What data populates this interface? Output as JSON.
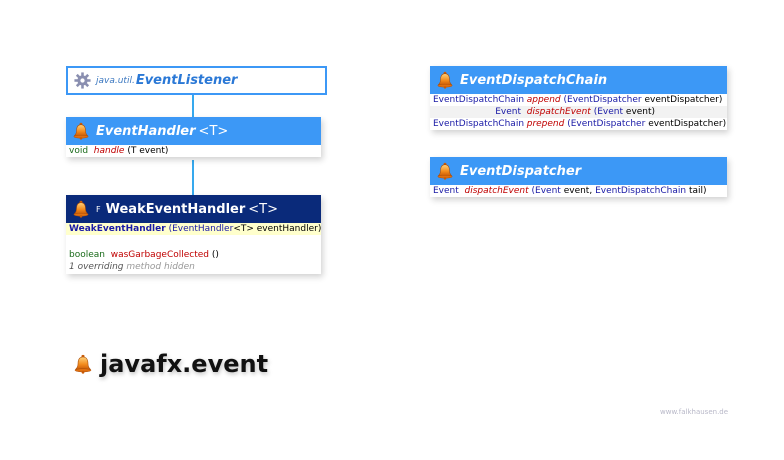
{
  "package_title": "javafx.event",
  "credit": "www.falkhausen.de",
  "external_interface": {
    "package": "java.util.",
    "name": "EventListener",
    "icon": "gear-icon"
  },
  "classes": {
    "event_handler": {
      "name": "EventHandler",
      "generic": "<T>",
      "icon": "bell-icon",
      "methods": [
        {
          "return": "void",
          "name": "handle",
          "params": "(T event)"
        }
      ]
    },
    "weak_event_handler": {
      "modifier": "F",
      "name": "WeakEventHandler",
      "generic": "<T>",
      "icon": "bell-icon",
      "constructor": {
        "name": "WeakEventHandler",
        "params_open": "(",
        "param_type": "EventHandler",
        "param_rest": "<T> eventHandler)"
      },
      "methods": [
        {
          "return": "boolean",
          "name": "wasGarbageCollected",
          "params": "()"
        }
      ],
      "hidden_note": {
        "count": "1 overriding",
        "text": "method hidden"
      }
    },
    "event_dispatch_chain": {
      "name": "EventDispatchChain",
      "icon": "bell-icon",
      "methods": [
        {
          "return": "EventDispatchChain",
          "name": "append",
          "p_open": "(",
          "p_type": "EventDispatcher",
          "p_rest": "eventDispatcher)"
        },
        {
          "return": "Event",
          "name": "dispatchEvent",
          "p_open": "(",
          "p_type": "Event",
          "p_rest": "event)"
        },
        {
          "return": "EventDispatchChain",
          "name": "prepend",
          "p_open": "(",
          "p_type": "EventDispatcher",
          "p_rest": "eventDispatcher)"
        }
      ]
    },
    "event_dispatcher": {
      "name": "EventDispatcher",
      "icon": "bell-icon",
      "methods": [
        {
          "return": "Event",
          "name": "dispatchEvent",
          "p_open": "(",
          "p_type1": "Event",
          "p_mid": "event,",
          "p_type2": "EventDispatchChain",
          "p_rest": "tail)"
        }
      ]
    }
  },
  "colors": {
    "header_light": "#3c98f6",
    "header_dark": "#0a2a7a",
    "connector": "#36a9ee"
  }
}
